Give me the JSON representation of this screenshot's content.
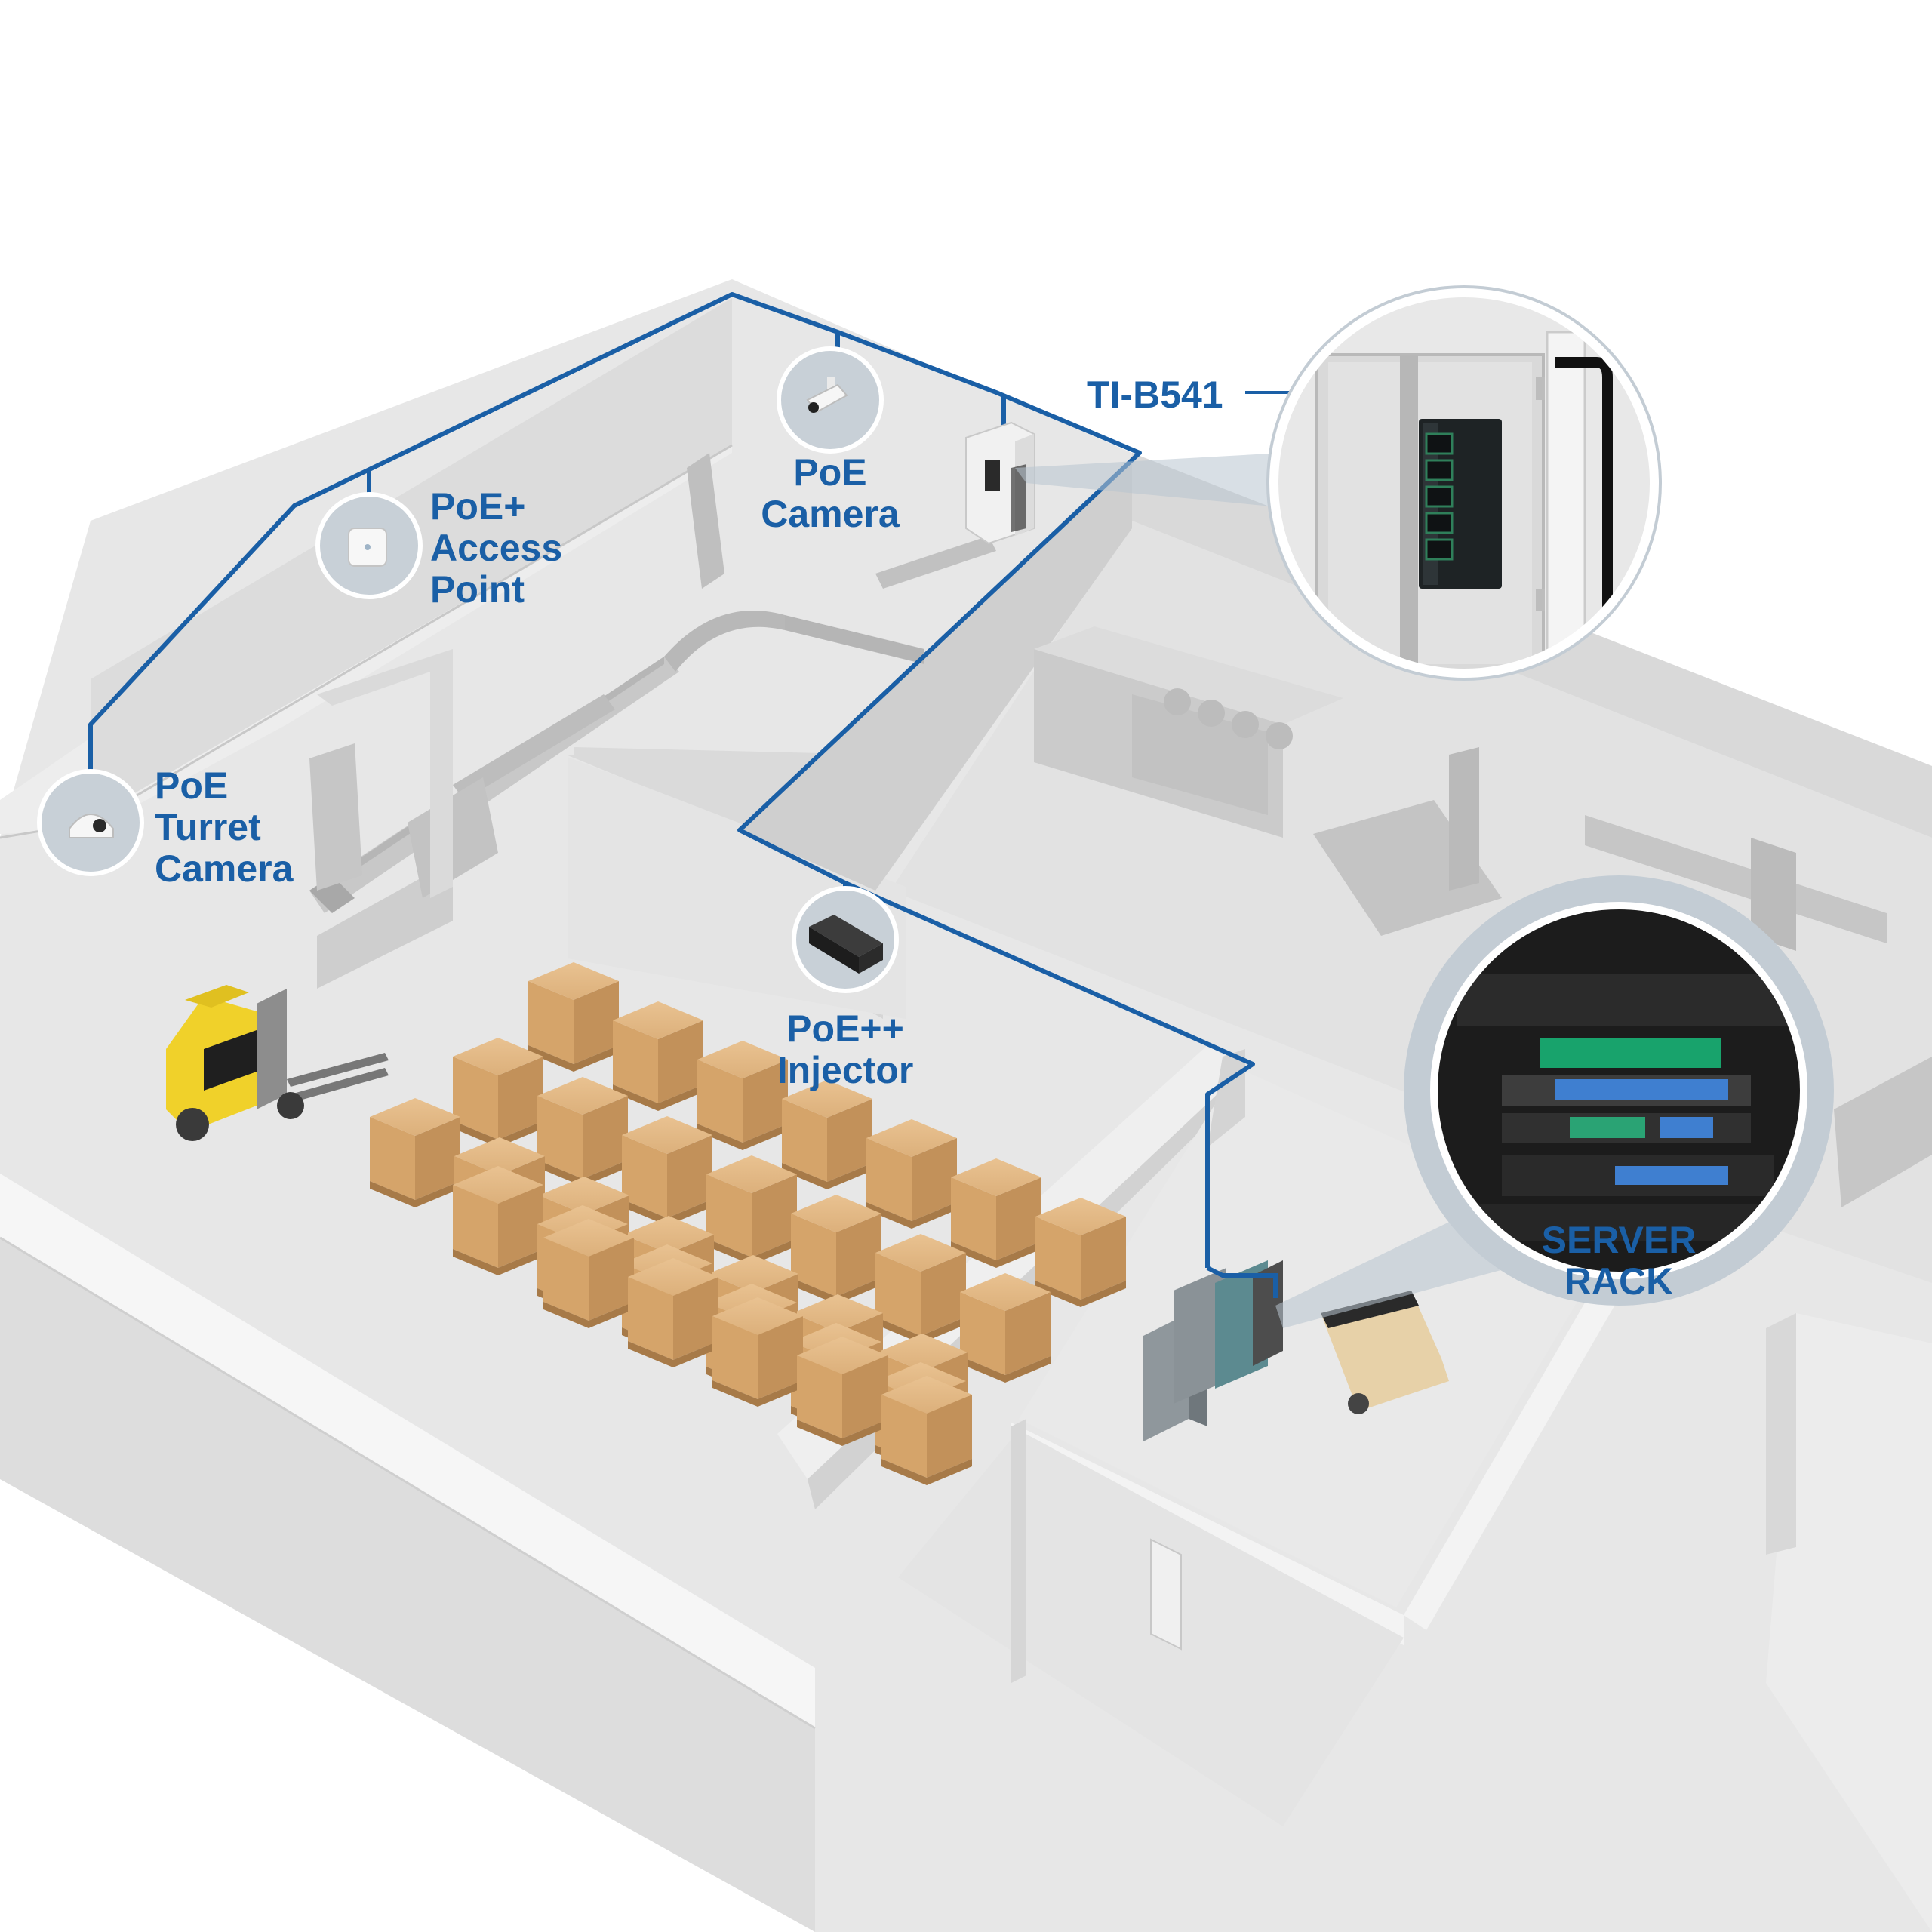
{
  "colors": {
    "cable": "#1a5fa6",
    "label": "#1a5fa6",
    "floor": "#e6e6e6",
    "wall_top": "#f4f4f4",
    "wall_side": "#d3d3d3",
    "callout_bubble": "#c9d3dd",
    "box": "#d9ac73"
  },
  "labels": {
    "poe_turret_camera": [
      "PoE",
      "Turret",
      "Camera"
    ],
    "poe_access_point": [
      "PoE+",
      "Access",
      "Point"
    ],
    "poe_camera": [
      "PoE",
      "Camera"
    ],
    "ti_b541": "TI-B541",
    "poe_injector": [
      "PoE++",
      "Injector"
    ],
    "server_rack": [
      "SERVER",
      "RACK"
    ]
  },
  "icons": {
    "turret_camera": "dome-camera-icon",
    "access_point": "wireless-access-point-icon",
    "bullet_camera": "bullet-camera-icon",
    "injector": "poe-injector-icon",
    "switch": "industrial-switch-icon",
    "rack": "server-rack-icon"
  }
}
